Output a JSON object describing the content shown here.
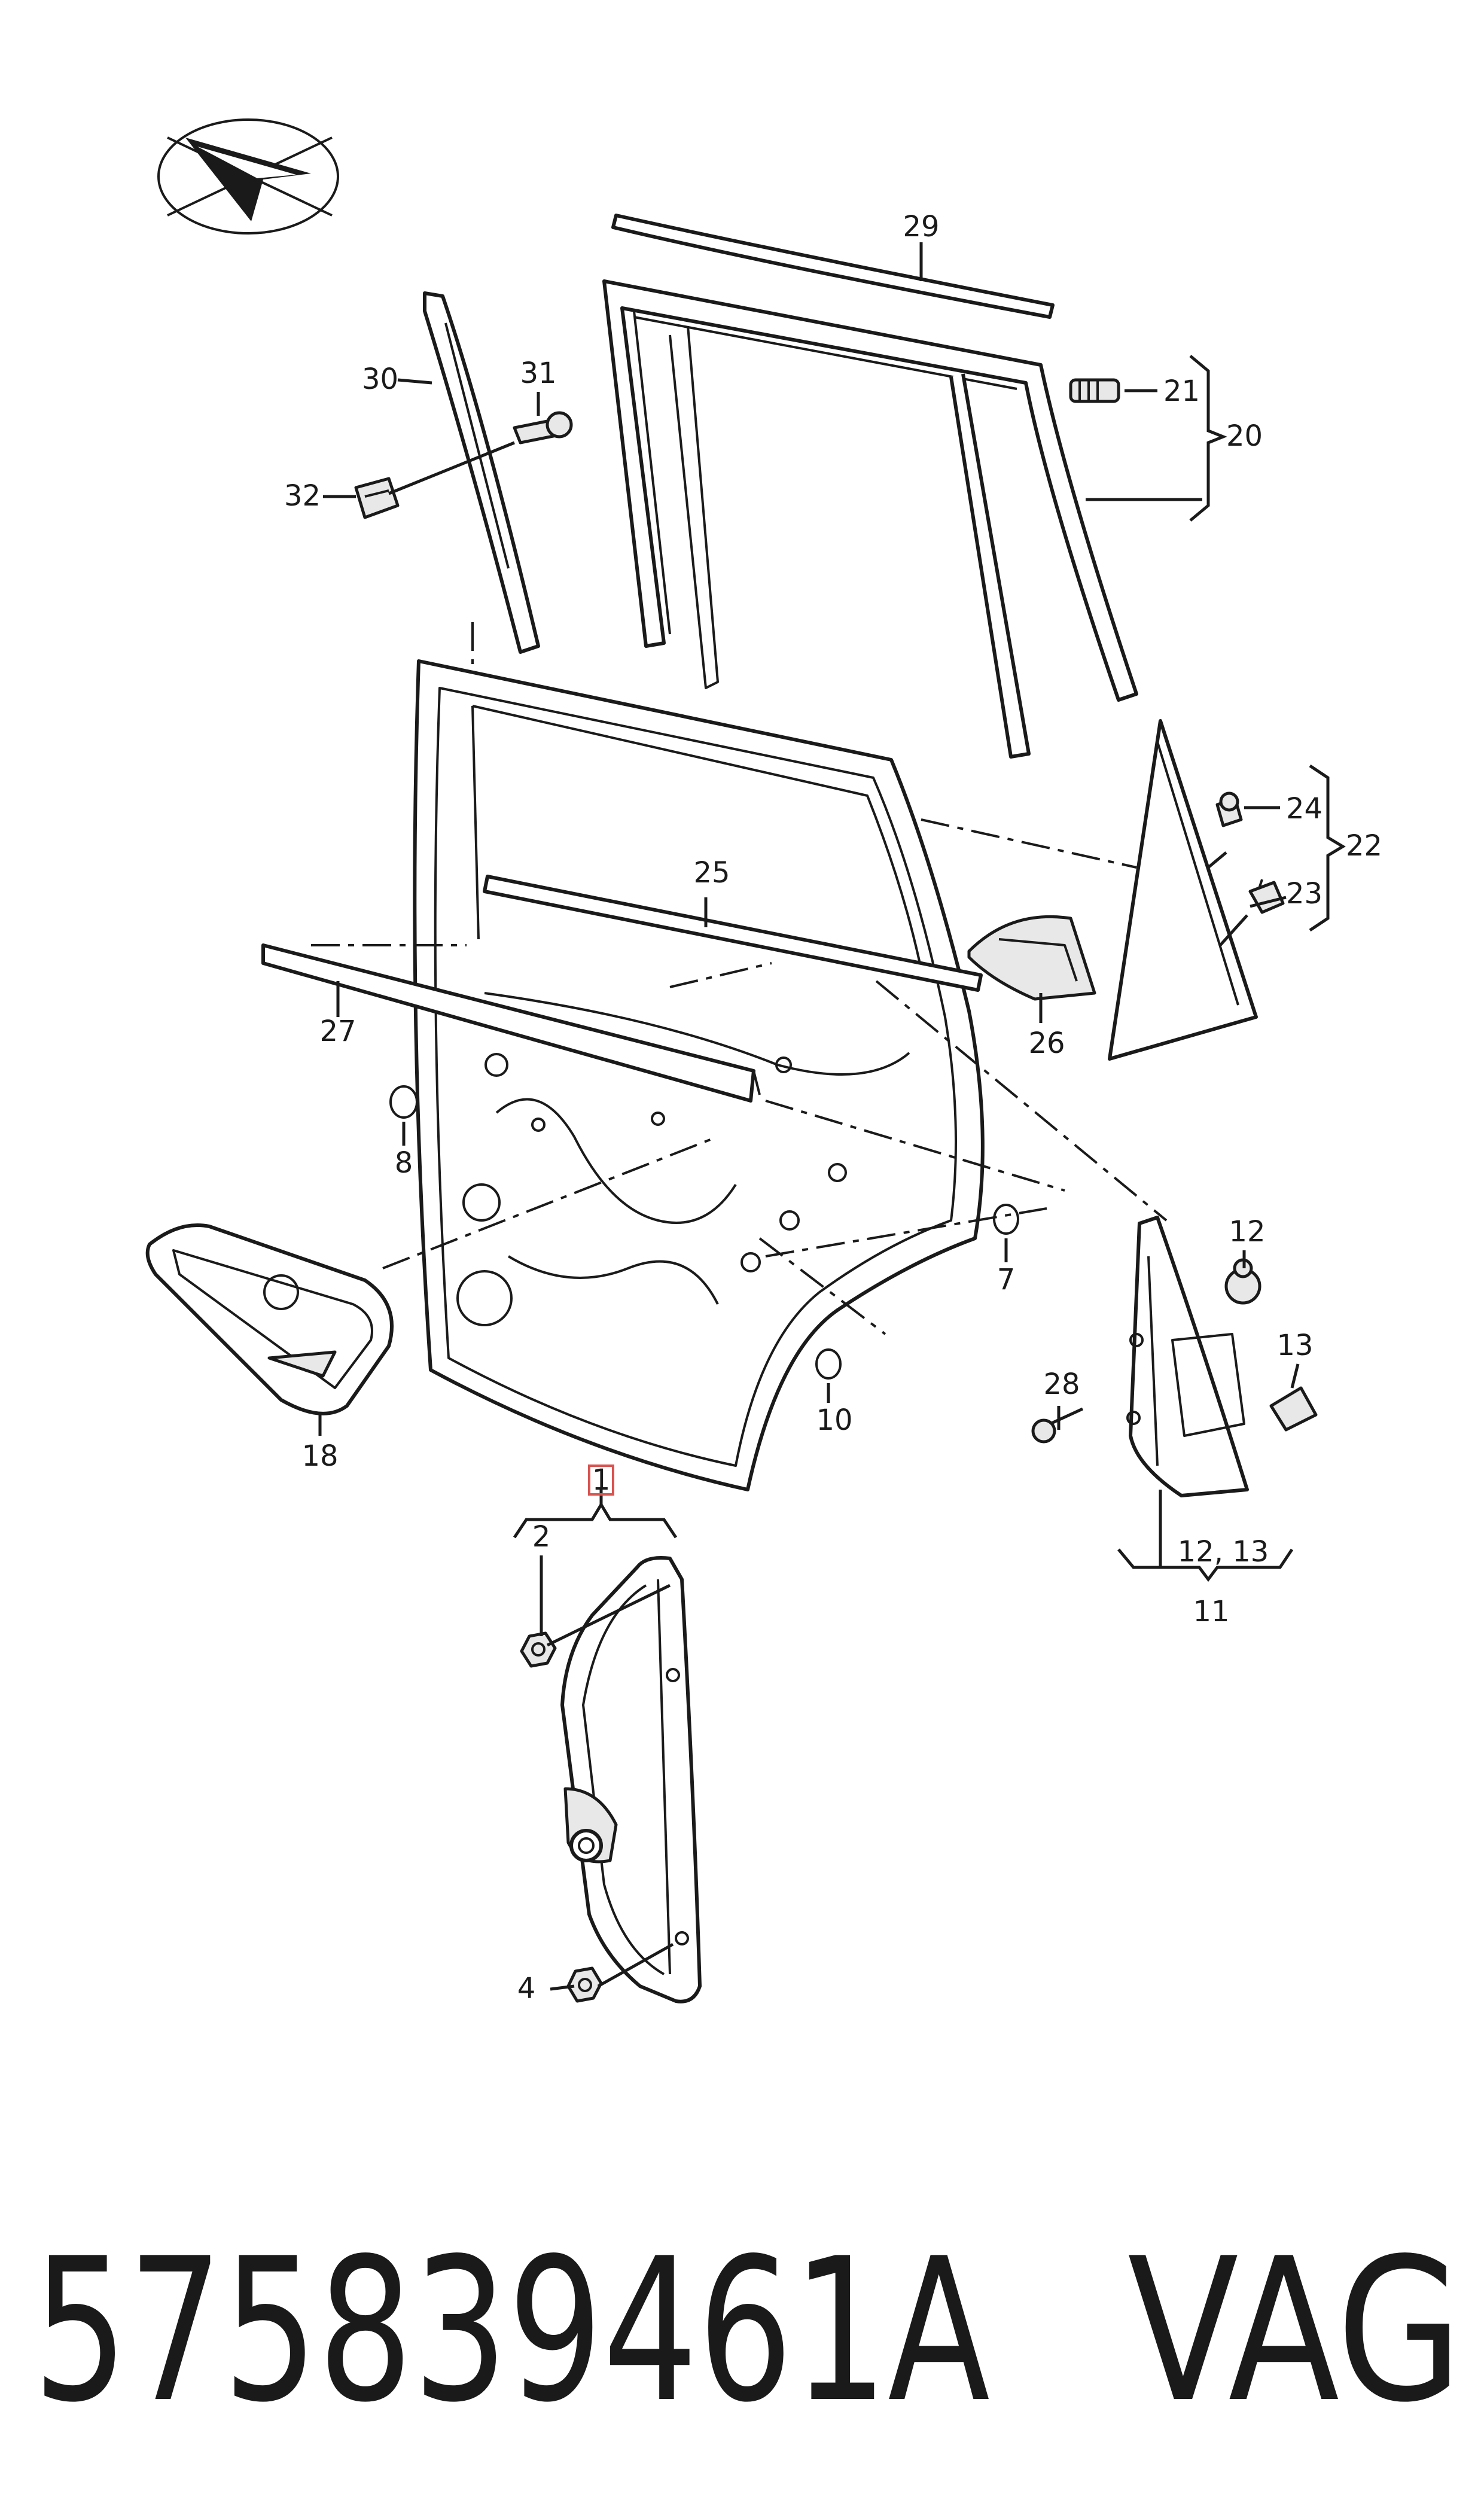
{
  "callouts": {
    "c1": "1",
    "c2": "2",
    "c4": "4",
    "c7": "7",
    "c8": "8",
    "c10": "10",
    "c11": "11",
    "c12": "12",
    "c12_13": "12, 13",
    "c13": "13",
    "c18": "18",
    "c20": "20",
    "c21": "21",
    "c22": "22",
    "c23": "23",
    "c24": "24",
    "c25": "25",
    "c26": "26",
    "c27": "27",
    "c28": "28",
    "c29": "29",
    "c30": "30",
    "c31": "31",
    "c32": "32"
  },
  "footer": {
    "part_number": "575839461A",
    "brand": "VAG"
  },
  "colors": {
    "line": "#1a1a1a",
    "highlight_box": "#d9534f",
    "background": "#ffffff"
  },
  "icons": {
    "orientation": "arrow-orientation-icon"
  }
}
